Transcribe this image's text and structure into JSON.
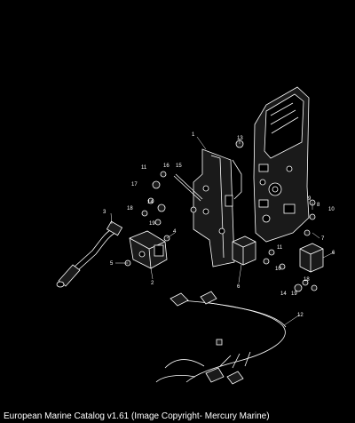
{
  "caption": "European Marine Catalog v1.61 (Image Copyright- Mercury Marine)",
  "callouts": [
    {
      "id": "c1",
      "text": "1"
    },
    {
      "id": "c2",
      "text": "2"
    },
    {
      "id": "c3",
      "text": "3"
    },
    {
      "id": "c4",
      "text": "4"
    },
    {
      "id": "c5",
      "text": "5"
    },
    {
      "id": "c6a",
      "text": "6"
    },
    {
      "id": "c6b",
      "text": "6"
    },
    {
      "id": "c7",
      "text": "7"
    },
    {
      "id": "c8",
      "text": "8"
    },
    {
      "id": "c9",
      "text": "9"
    },
    {
      "id": "c10a",
      "text": "10"
    },
    {
      "id": "c10b",
      "text": "10"
    },
    {
      "id": "c11a",
      "text": "11"
    },
    {
      "id": "c11b",
      "text": "11"
    },
    {
      "id": "c12",
      "text": "12"
    },
    {
      "id": "c13",
      "text": "13"
    },
    {
      "id": "c14a",
      "text": "14"
    },
    {
      "id": "c14b",
      "text": "14"
    },
    {
      "id": "c15",
      "text": "15"
    },
    {
      "id": "c16",
      "text": "16"
    },
    {
      "id": "c17",
      "text": "17"
    },
    {
      "id": "c18a",
      "text": "18"
    },
    {
      "id": "c18b",
      "text": "18"
    },
    {
      "id": "c19a",
      "text": "19"
    },
    {
      "id": "c19b",
      "text": "19"
    }
  ]
}
